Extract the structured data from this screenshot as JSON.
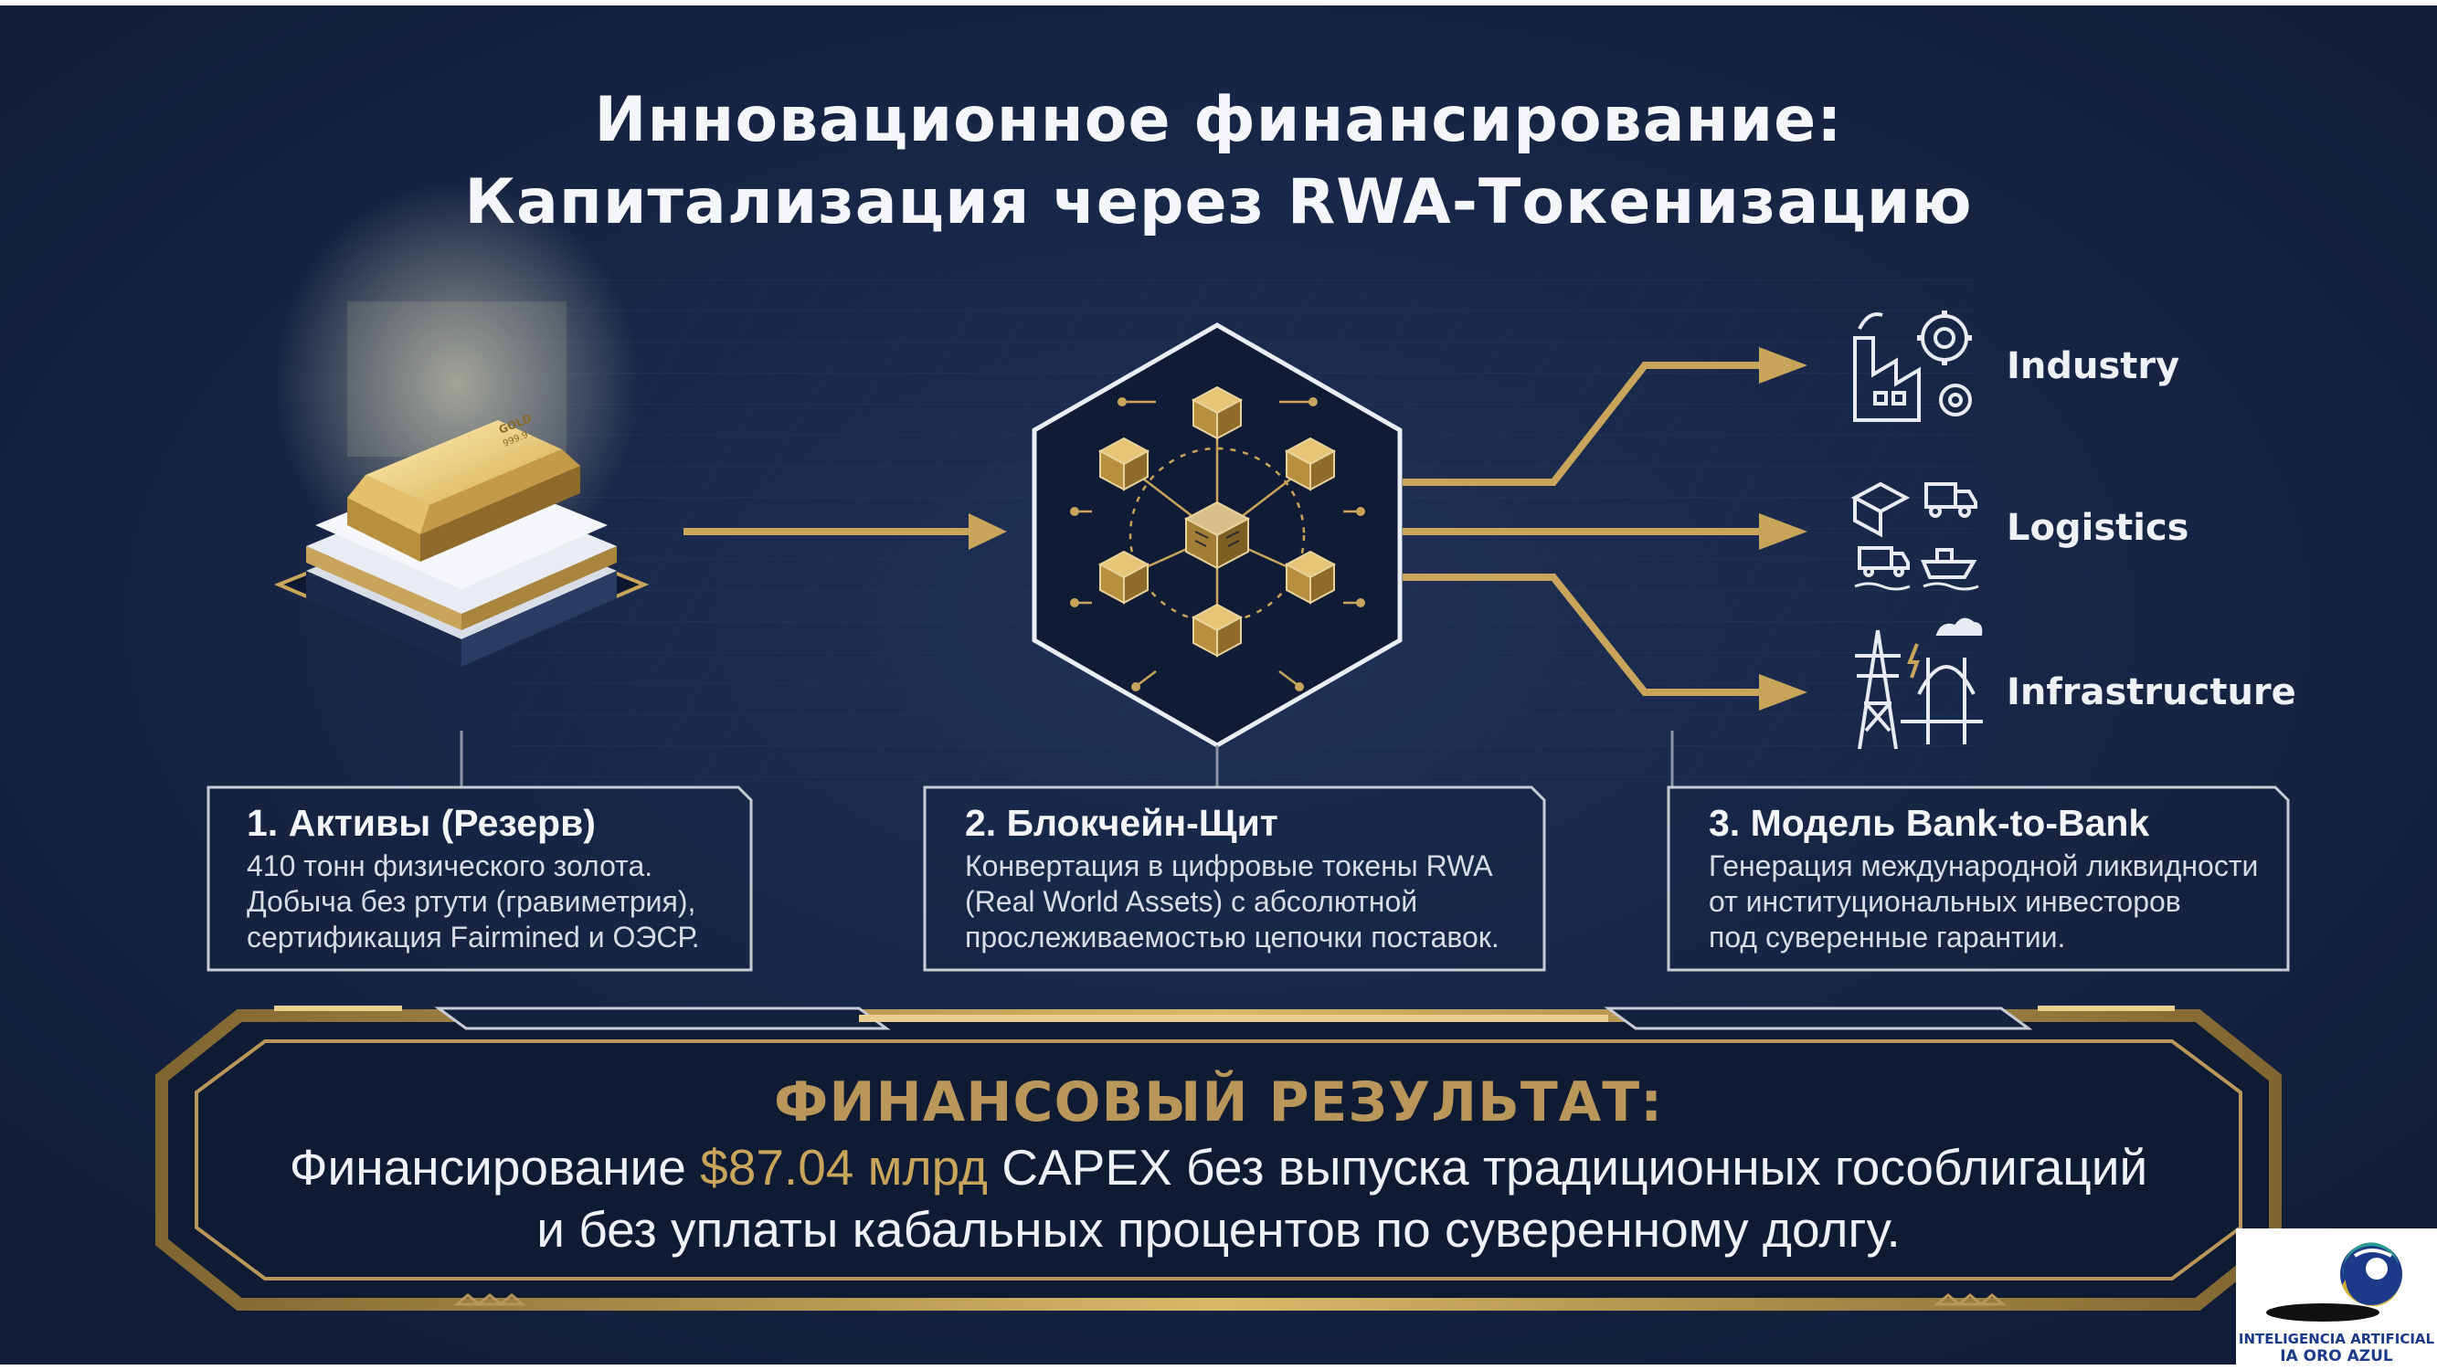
{
  "title": {
    "line1": "Инновационное финансирование:",
    "line2": "Капитализация через RWA-Токенизацию"
  },
  "steps": [
    {
      "heading": "1. Активы (Резерв)",
      "lines": [
        "410 тонн физического золота.",
        "Добыча без ртути (гравиметрия),",
        "сертификация Fairmined и ОЭСР."
      ]
    },
    {
      "heading": "2. Блокчейн-Щит",
      "lines": [
        "Конвертация в цифровые токены RWA",
        "(Real World Assets) с абсолютной",
        "прослеживаемостью цепочки поставок."
      ]
    },
    {
      "heading": "3. Модель Bank-to-Bank",
      "lines": [
        "Генерация международной ликвидности",
        "от институциональных инвесторов",
        "под суверенные гарантии."
      ]
    }
  ],
  "gold_bar_text": {
    "line1": "GOLD",
    "line2": "999.9"
  },
  "sectors": [
    {
      "label": "Industry",
      "icon": "factory-gear-icon"
    },
    {
      "label": "Logistics",
      "icon": "logistics-truck-ship-icon"
    },
    {
      "label": "Infrastructure",
      "icon": "power-tower-bridge-icon"
    }
  ],
  "result": {
    "heading": "ФИНАНСОВЫЙ РЕЗУЛЬТАТ:",
    "line1_before": "Финансирование ",
    "line1_amount": "$87.04 млрд",
    "line1_after": " CAPEX без выпуска традиционных гособлигаций",
    "line2": "и без уплаты кабальных процентов по суверенному долгу."
  },
  "logo": {
    "line1": "INTELIGENCIA ARTIFICIAL",
    "line2": "IA ORO AZUL"
  },
  "colors": {
    "background": "#152341",
    "gold": "#c9a55c",
    "text": "#eef1f6",
    "logo_blue": "#1d3a8a"
  }
}
